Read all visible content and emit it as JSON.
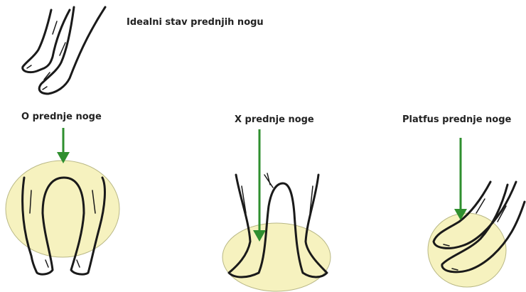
{
  "labels": {
    "ideal": "Idealni stav prednjih nogu",
    "o_legs": "O prednje noge",
    "x_legs": "X prednje noge",
    "flat": "Platfus prednje noge"
  },
  "colors": {
    "highlight": "#f6f2bf",
    "highlight_stroke": "#b9b886",
    "arrow": "#2f8f2f",
    "ink": "#1a1a1a"
  }
}
